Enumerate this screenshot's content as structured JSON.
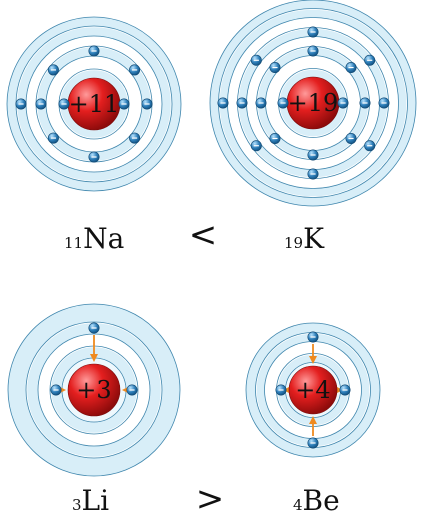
{
  "colors": {
    "shell_fill": "#d8eef8",
    "shell_stroke": "#3f86ad",
    "nucleus": "#e41f1f",
    "electron": "#2e7fba",
    "arrow": "#ef8a1f"
  },
  "atoms": [
    {
      "id": "na",
      "nucleus_label": "+11",
      "electrons_per_shell": [
        2,
        8,
        1
      ],
      "element": "Na",
      "atomic_number": "11"
    },
    {
      "id": "k",
      "nucleus_label": "+19",
      "electrons_per_shell": [
        2,
        8,
        8,
        1
      ],
      "element": "K",
      "atomic_number": "19"
    },
    {
      "id": "li",
      "nucleus_label": "+3",
      "electrons_per_shell": [
        2,
        1
      ],
      "element": "Li",
      "atomic_number": "3",
      "arrows": true
    },
    {
      "id": "be",
      "nucleus_label": "+4",
      "electrons_per_shell": [
        2,
        2
      ],
      "element": "Be",
      "atomic_number": "4",
      "arrows": true
    }
  ],
  "comparisons": [
    {
      "symbol": "<"
    },
    {
      "symbol": ">"
    }
  ]
}
